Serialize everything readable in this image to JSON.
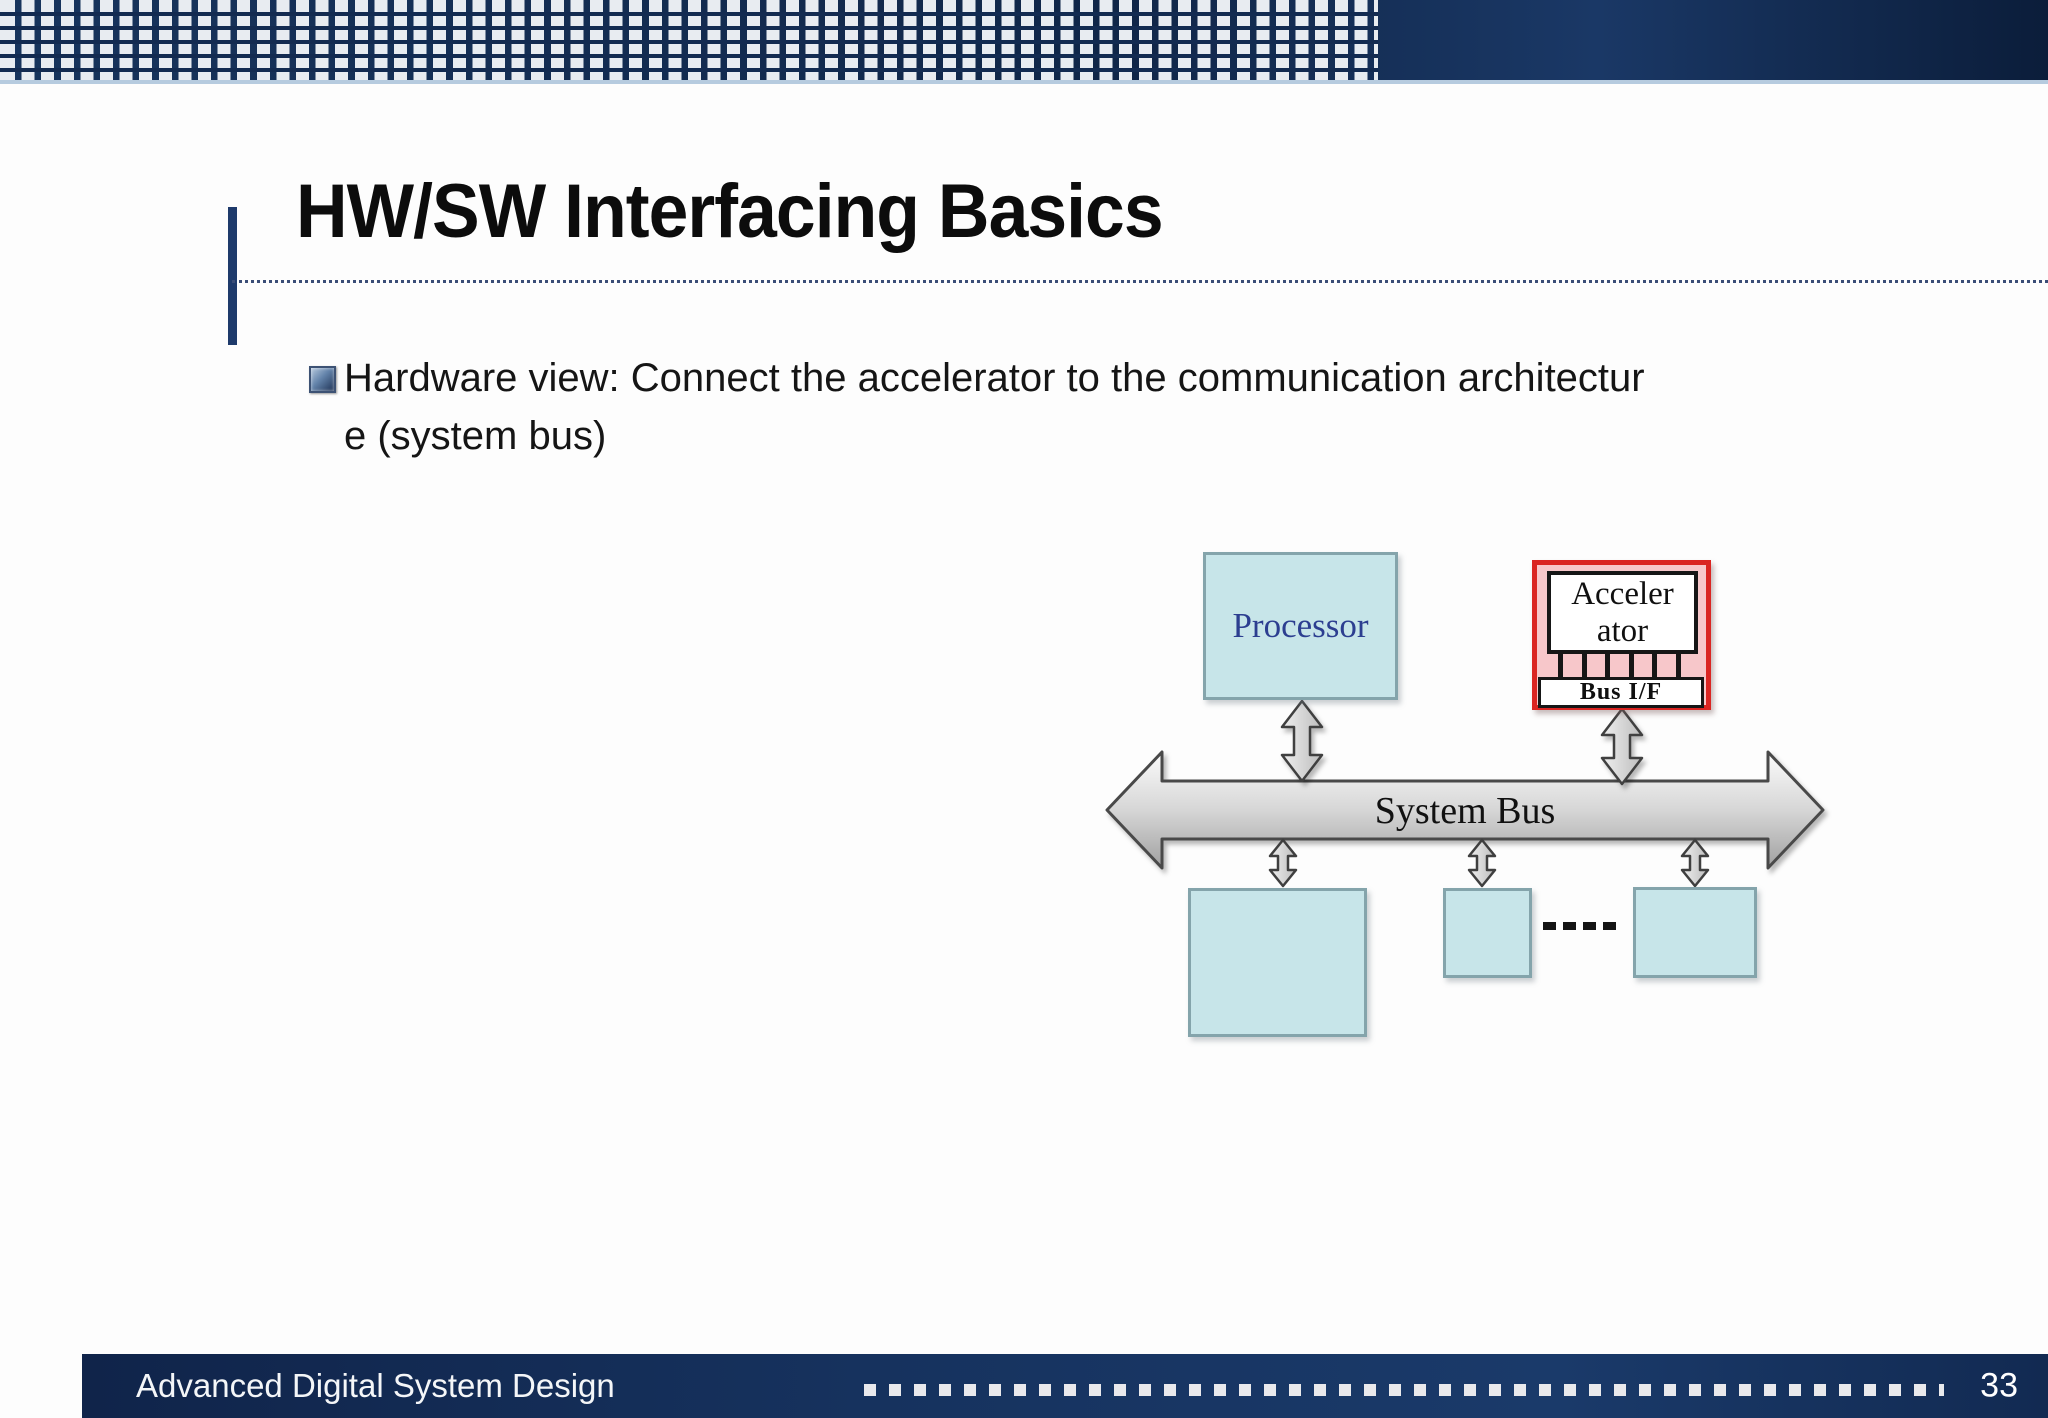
{
  "title": "HW/SW Interfacing Basics",
  "bullet": {
    "line1": "Hardware view: Connect the accelerator to the communication architectur",
    "line2": "e (system bus)"
  },
  "diagram": {
    "processor_label": "Processor",
    "accelerator_label_line1": "Acceler",
    "accelerator_label_line2": "ator",
    "bus_if_label": "Bus I/F",
    "system_bus_label": "System Bus"
  },
  "footer": {
    "course": "Advanced Digital System Design",
    "page_number": "33"
  },
  "colors": {
    "banner_navy": "#122a52",
    "accent_navy": "#1e3a6b",
    "module_fill": "#c7e5e9",
    "module_border": "#84a4ab",
    "accelerator_border": "#da2522",
    "accelerator_fill": "#f7c7ca",
    "processor_text": "#2c3e90",
    "bus_gray": "#d6d6d6",
    "footer_navy": "#16325e"
  }
}
